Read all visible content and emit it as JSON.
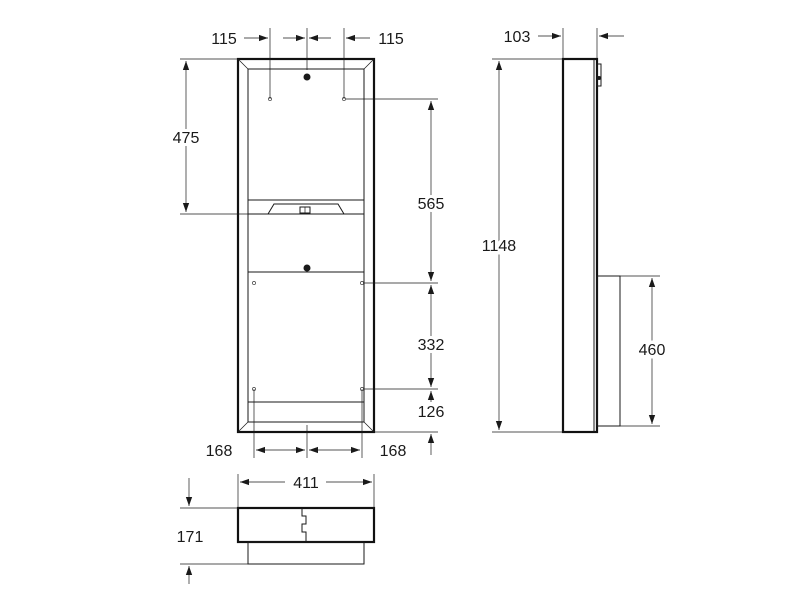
{
  "drawing": {
    "front": {
      "top_left_offset": "115",
      "top_right_offset": "115",
      "upper_height": "475",
      "mid_height": "565",
      "lower_door_height": "332",
      "bottom_offset": "126",
      "bottom_left_offset": "168",
      "bottom_right_offset": "168"
    },
    "side": {
      "depth": "103",
      "total_height": "1148",
      "box_height": "460"
    },
    "plan": {
      "width": "411",
      "depth": "171"
    }
  }
}
